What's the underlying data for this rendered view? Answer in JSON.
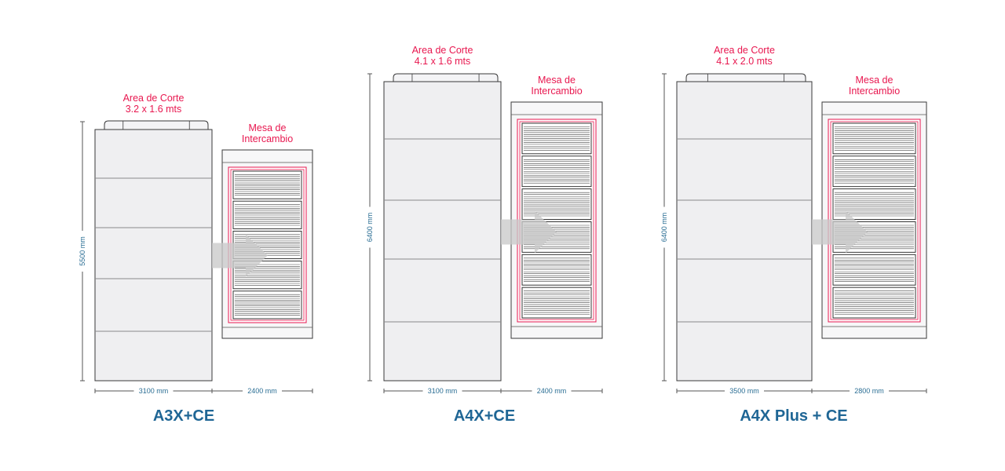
{
  "machines": [
    {
      "model": "A3X+CE",
      "cut_area_title": "Area de Corte",
      "cut_area_size": "3.2 x 1.6 mts",
      "table_line1": "Mesa de",
      "table_line2": "Intercambio",
      "height_label": "5500 mm",
      "width_cut_label": "3100 mm",
      "width_table_label": "2400 mm",
      "body_segments": 5,
      "table_panels": 5
    },
    {
      "model": "A4X+CE",
      "cut_area_title": "Area de Corte",
      "cut_area_size": "4.1 x 1.6 mts",
      "table_line1": "Mesa de",
      "table_line2": "Intercambio",
      "height_label": "6400 mm",
      "width_cut_label": "3100 mm",
      "width_table_label": "2400 mm",
      "body_segments": 5,
      "table_panels": 6
    },
    {
      "model": "A4X Plus + CE",
      "cut_area_title": "Area de Corte",
      "cut_area_size": "4.1 x 2.0 mts",
      "table_line1": "Mesa de",
      "table_line2": "Intercambio",
      "height_label": "6400 mm",
      "width_cut_label": "3500 mm",
      "width_table_label": "2800 mm",
      "body_segments": 5,
      "table_panels": 6
    }
  ],
  "colors": {
    "label_red": "#e8174f",
    "dimension_blue": "#2b6e94",
    "model_blue": "#1f6695",
    "machine_fill": "#efeff1",
    "outline": "#3a3a3a",
    "arrow": "#c9c9c9"
  }
}
